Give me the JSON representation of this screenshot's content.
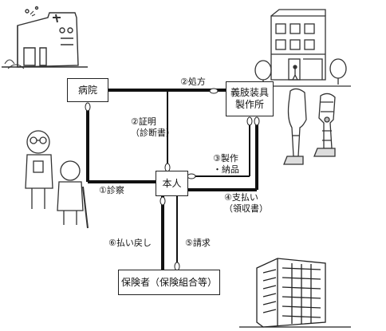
{
  "nodes": {
    "hospital": "病院",
    "prosthetic_maker": "義肢装具\n製作所",
    "patient": "本人",
    "insurer": "保険者（保険組合等）"
  },
  "edge_labels": {
    "prescription": "②処方",
    "certificate": "②証明\n（診断書）",
    "manufacture": "③製作\n・納品",
    "payment": "④支払い\n（領収書）",
    "examination": "①診察",
    "refund": "⑥払い戻し",
    "claim": "⑤請求"
  }
}
